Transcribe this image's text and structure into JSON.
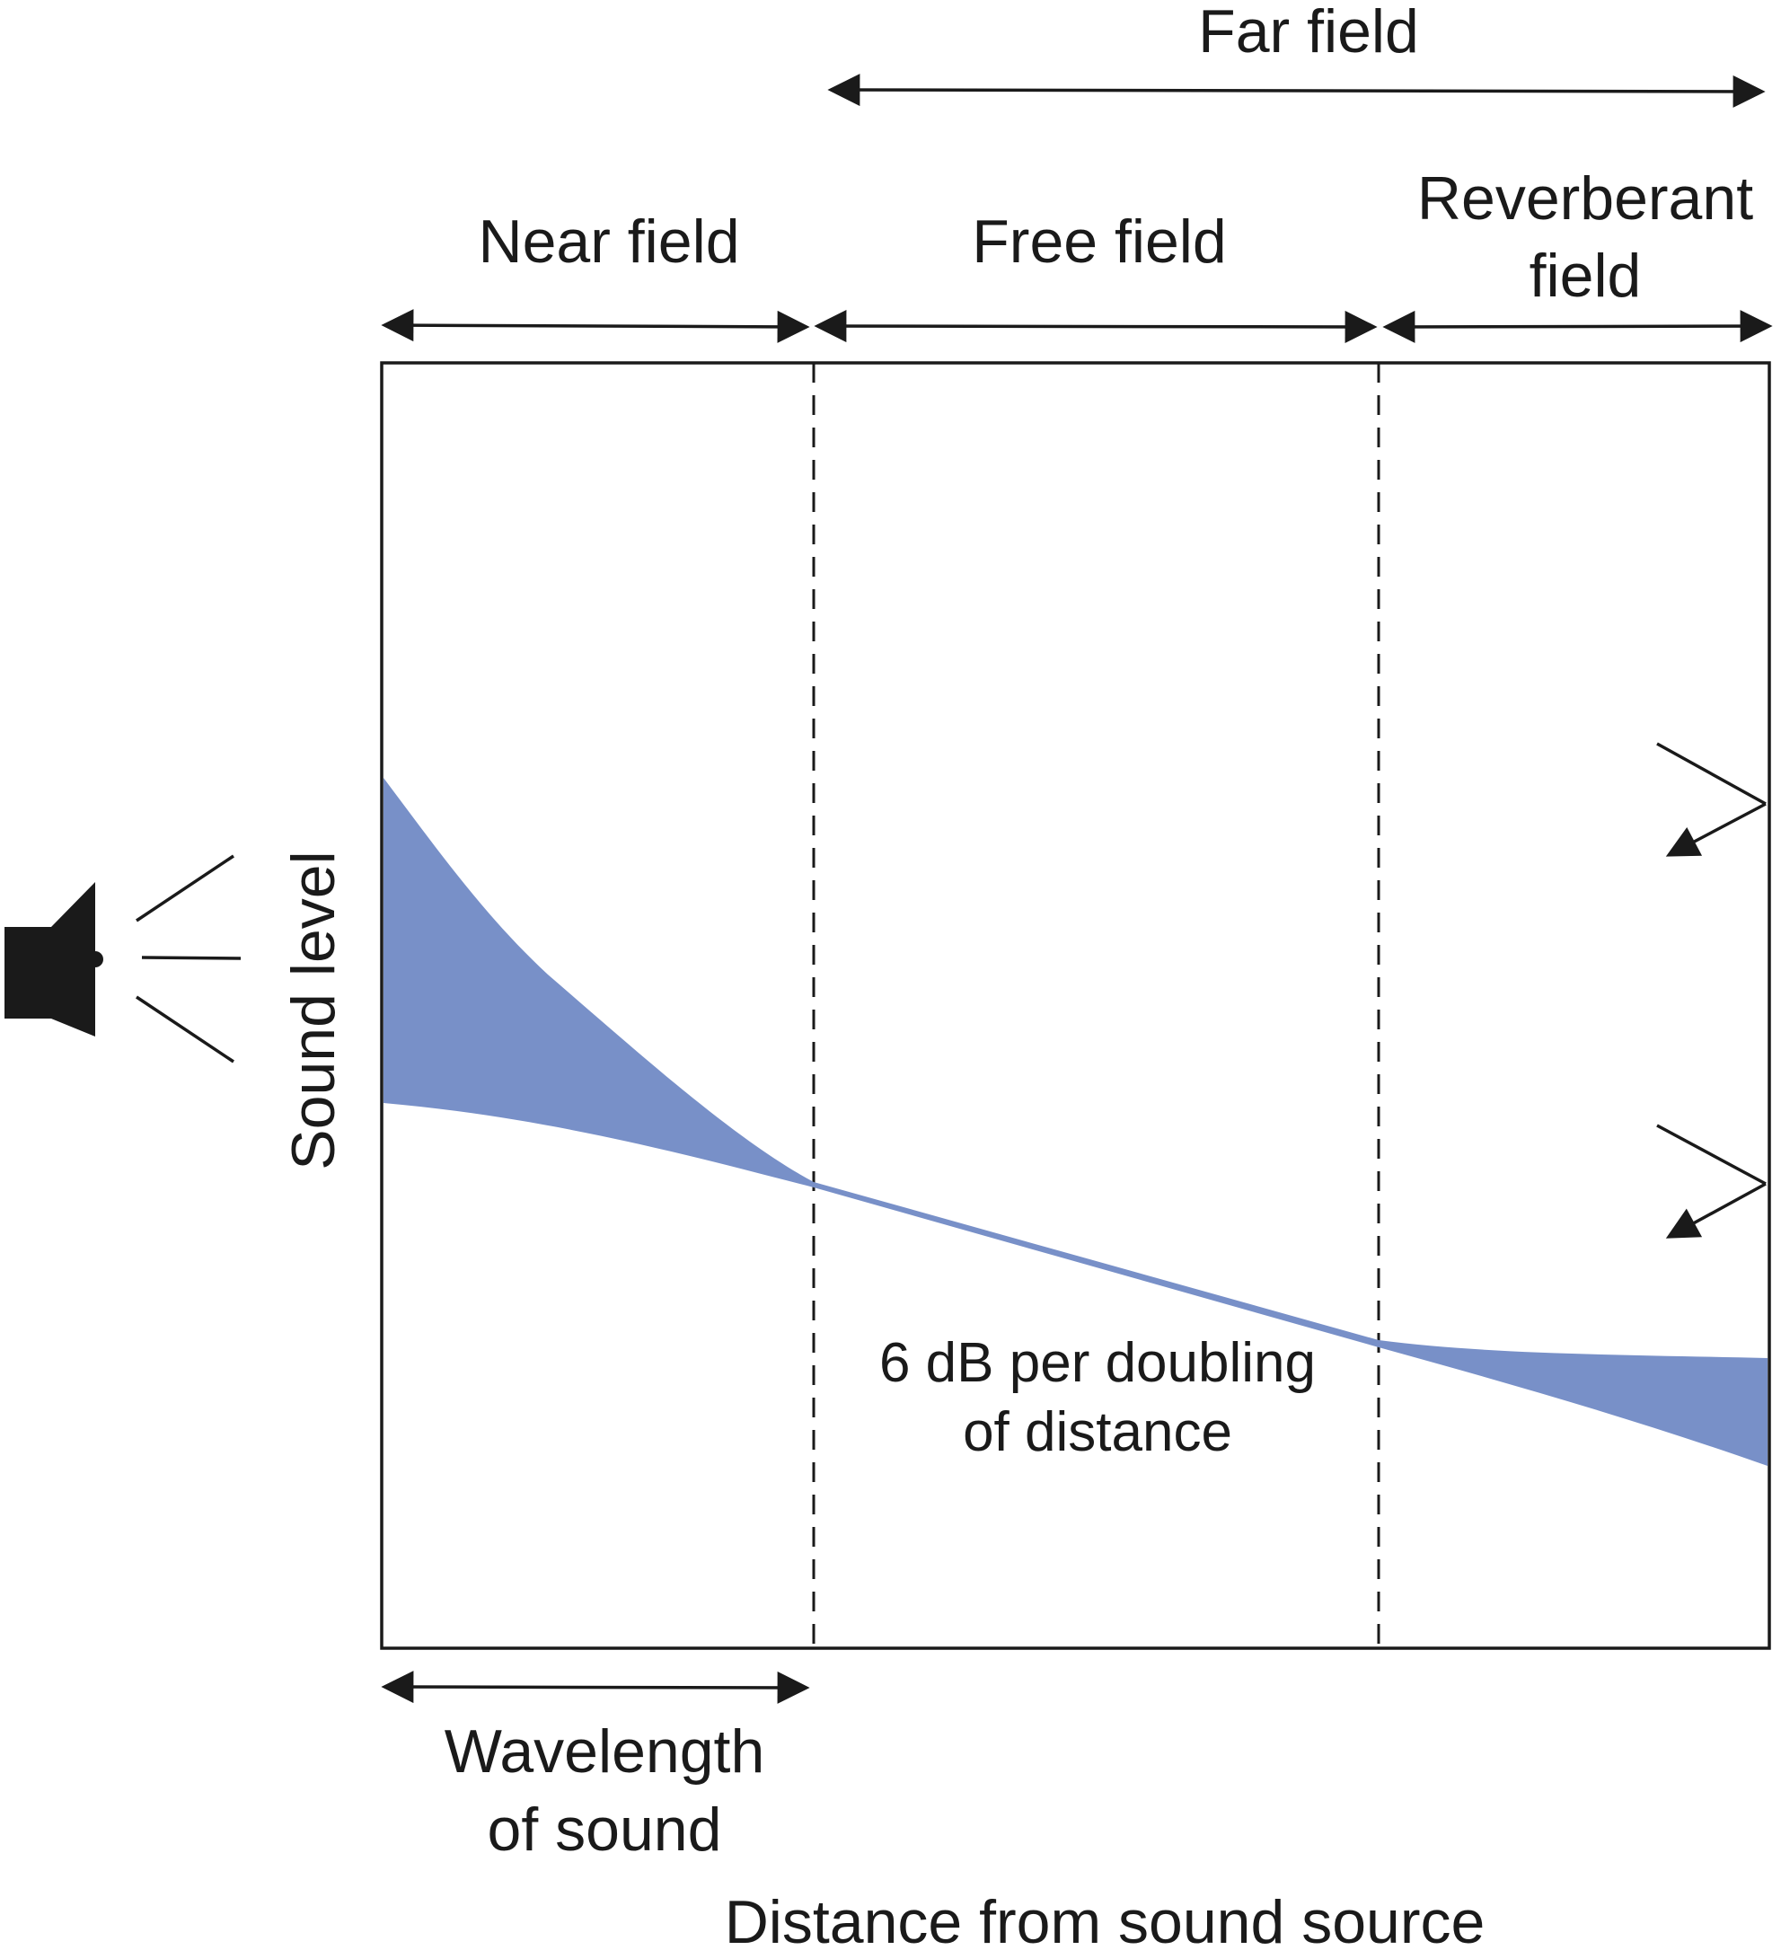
{
  "labels": {
    "far_field": "Far field",
    "near_field": "Near field",
    "free_field": "Free field",
    "reverberant_line1": "Reverberant",
    "reverberant_line2": "field",
    "y_axis": "Sound level",
    "x_axis": "Distance from sound source",
    "wavelength_line1": "Wavelength",
    "wavelength_line2": "of sound",
    "slope_line1": "6 dB per doubling",
    "slope_line2": "of distance"
  },
  "colors": {
    "band_fill": "#7890c8",
    "ink": "#1a1a1a"
  },
  "icons": {
    "source": "loudspeaker-icon",
    "reflections": "reflection-arrow-icon"
  }
}
